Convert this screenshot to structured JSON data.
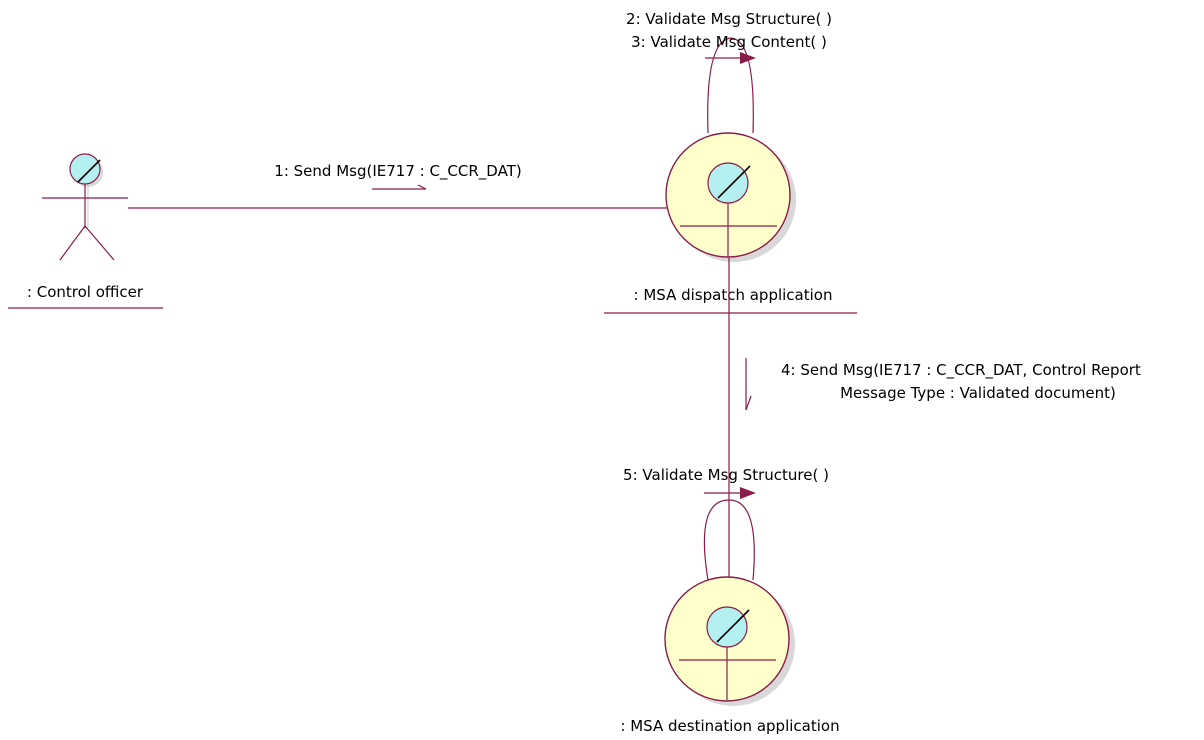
{
  "actors": {
    "control_officer": {
      "label": ": Control officer"
    }
  },
  "objects": {
    "dispatch": {
      "label": ": MSA dispatch application"
    },
    "destination": {
      "label": ": MSA destination application"
    }
  },
  "messages": {
    "m1": "1: Send Msg(IE717 : C_CCR_DAT)",
    "m2": "2: Validate Msg Structure( )",
    "m3": "3: Validate Msg Content( )",
    "m4_line1": "4: Send Msg(IE717 : C_CCR_DAT, Control Report",
    "m4_line2": "Message Type : Validated document)",
    "m5": "5: Validate Msg Structure( )"
  },
  "colors": {
    "line": "#8a1c4a",
    "head_fill": "#b5f0f0",
    "body_fill": "#ffffcc"
  }
}
